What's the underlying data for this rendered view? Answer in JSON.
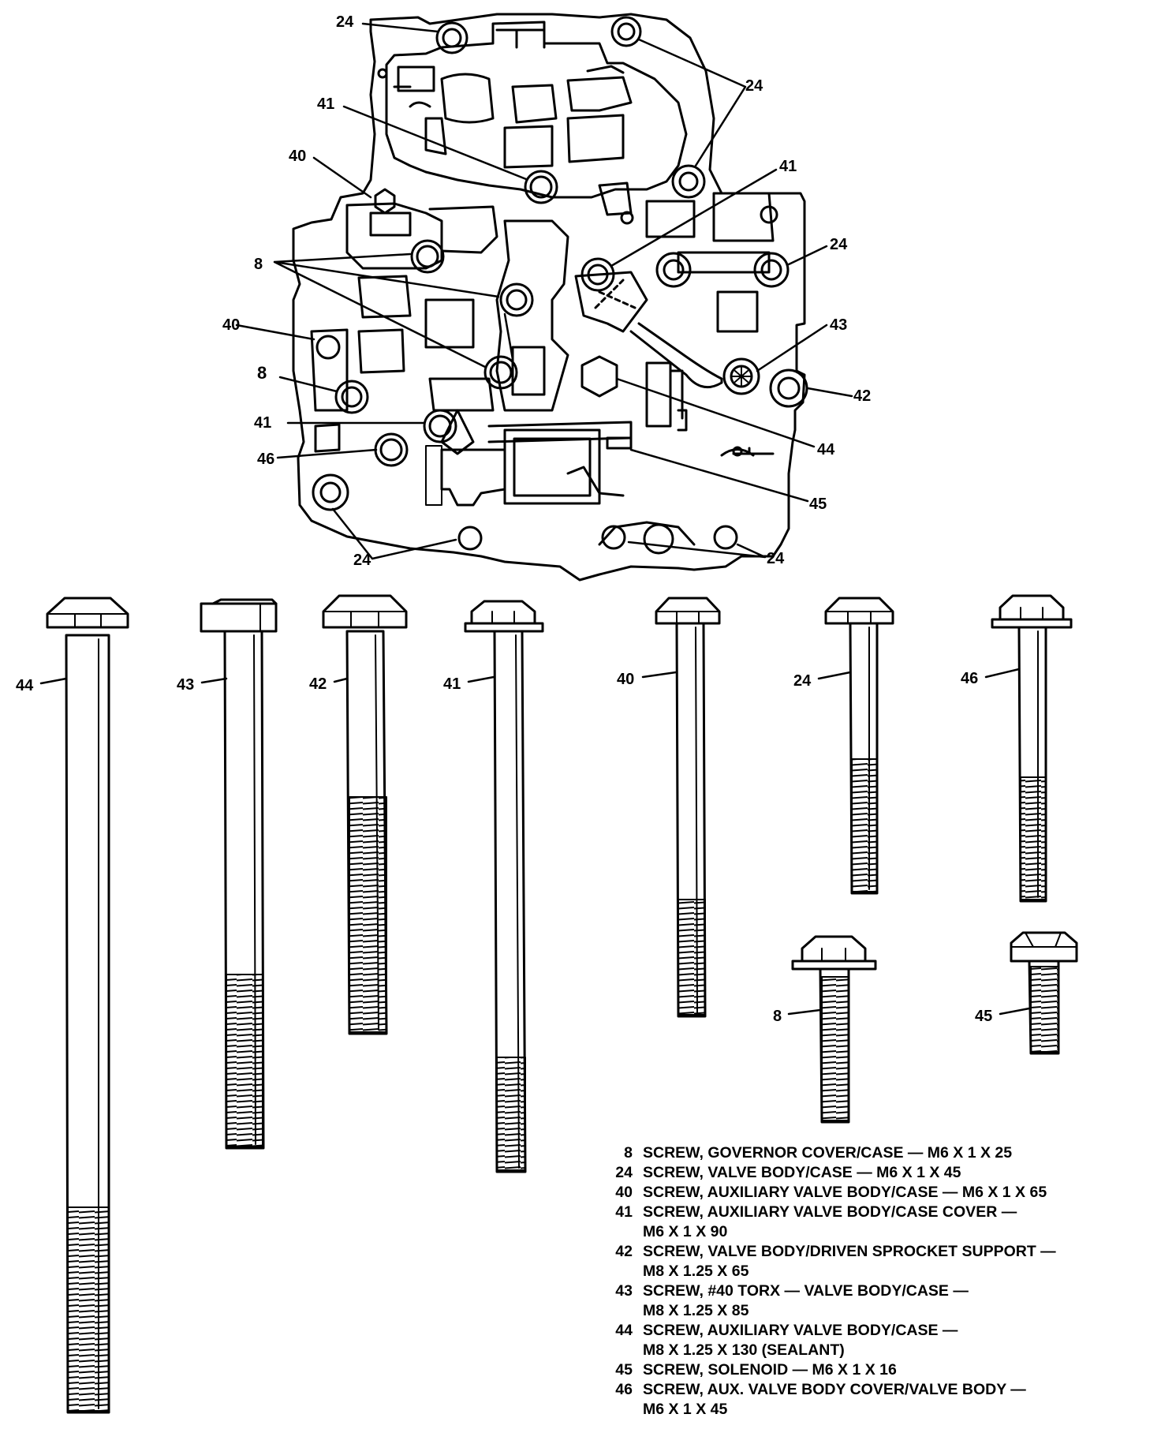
{
  "callouts": {
    "c24_top_left": "24",
    "c24_top_right": "24",
    "c41_upper_left": "41",
    "c41_upper_right": "41",
    "c40_upper": "40",
    "c24_right": "24",
    "c8_group": "8",
    "c43_right": "43",
    "c40_left": "40",
    "c42_right": "42",
    "c8_left": "8",
    "c41_lower": "41",
    "c44_center": "44",
    "c46_left": "46",
    "c45_center": "45",
    "c24_bottom_left": "24",
    "c24_bottom_right": "24"
  },
  "bolt_labels": {
    "b44": "44",
    "b43": "43",
    "b42": "42",
    "b41": "41",
    "b40": "40",
    "b24": "24",
    "b46": "46",
    "b8": "8",
    "b45": "45"
  },
  "legend": {
    "items": [
      {
        "num": "8",
        "lines": [
          "SCREW, GOVERNOR COVER/CASE — M6 X 1 X 25"
        ]
      },
      {
        "num": "24",
        "lines": [
          "SCREW, VALVE BODY/CASE — M6 X 1 X 45"
        ]
      },
      {
        "num": "40",
        "lines": [
          "SCREW, AUXILIARY VALVE BODY/CASE — M6 X 1 X 65"
        ]
      },
      {
        "num": "41",
        "lines": [
          "SCREW, AUXILIARY VALVE BODY/CASE COVER —",
          "M6 X 1 X 90"
        ]
      },
      {
        "num": "42",
        "lines": [
          "SCREW, VALVE BODY/DRIVEN SPROCKET SUPPORT —",
          "M8 X 1.25 X 65"
        ]
      },
      {
        "num": "43",
        "lines": [
          "SCREW, #40 TORX — VALVE BODY/CASE —",
          "M8 X 1.25 X 85"
        ]
      },
      {
        "num": "44",
        "lines": [
          "SCREW, AUXILIARY VALVE BODY/CASE —",
          "M8 X 1.25 X 130 (SEALANT)"
        ]
      },
      {
        "num": "45",
        "lines": [
          "SCREW, SOLENOID — M6 X 1 X 16"
        ]
      },
      {
        "num": "46",
        "lines": [
          "SCREW, AUX. VALVE BODY COVER/VALVE BODY —",
          "M6 X 1 X 45"
        ]
      }
    ]
  }
}
